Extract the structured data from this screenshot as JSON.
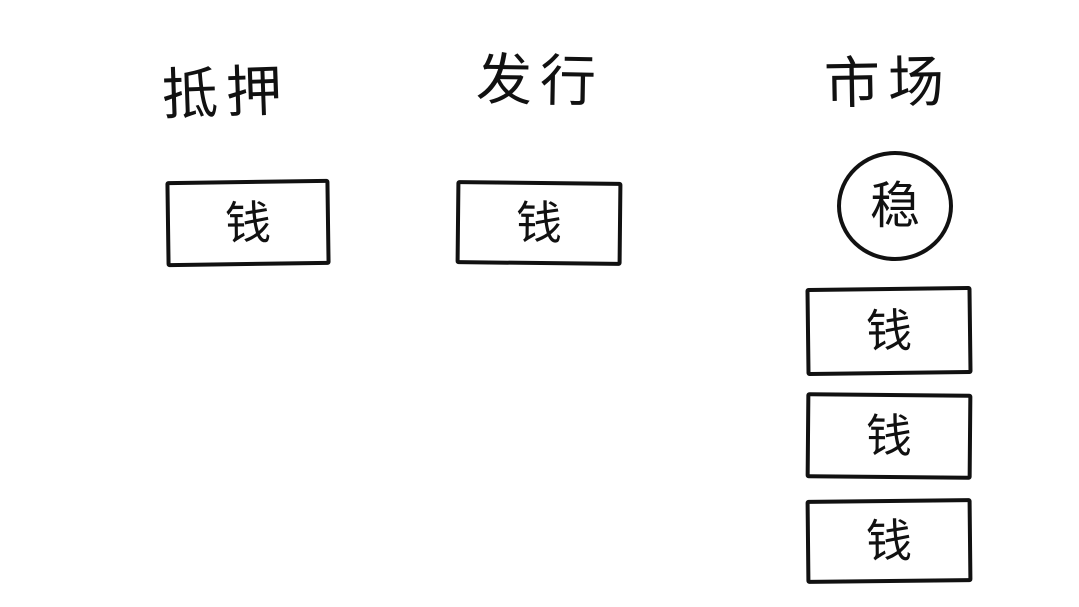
{
  "columns": [
    {
      "heading": "抵押",
      "box_label": "钱"
    },
    {
      "heading": "发行",
      "box_label": "钱"
    },
    {
      "heading": "市场",
      "circle_label": "稳",
      "box_labels": [
        "钱",
        "钱",
        "钱"
      ]
    }
  ],
  "colors": {
    "ink": "#111111",
    "background": "#ffffff"
  }
}
